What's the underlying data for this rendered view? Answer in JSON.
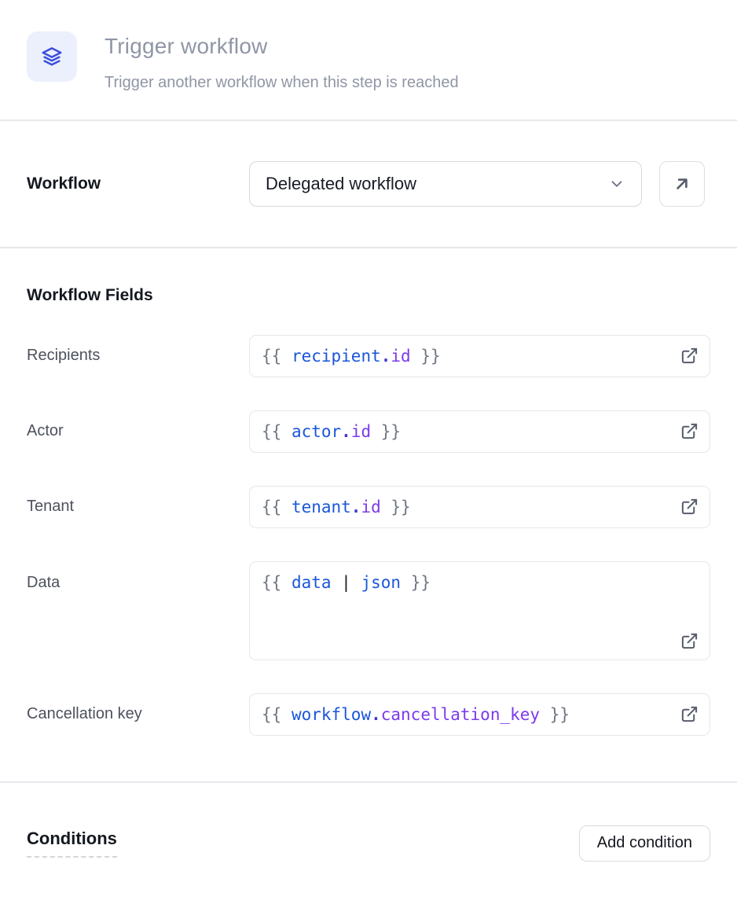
{
  "header": {
    "title": "Trigger workflow",
    "subtitle": "Trigger another workflow when this step is reached"
  },
  "workflow_section": {
    "label": "Workflow",
    "select_value": "Delegated workflow"
  },
  "fields_section": {
    "heading": "Workflow Fields",
    "fields": [
      {
        "label": "Recipients",
        "multiline": false,
        "tokens": [
          [
            "brace",
            "{{ "
          ],
          [
            "var",
            "recipient"
          ],
          [
            "dot",
            "."
          ],
          [
            "prop",
            "id"
          ],
          [
            "brace",
            " }}"
          ]
        ]
      },
      {
        "label": "Actor",
        "multiline": false,
        "tokens": [
          [
            "brace",
            "{{ "
          ],
          [
            "var",
            "actor"
          ],
          [
            "dot",
            "."
          ],
          [
            "prop",
            "id"
          ],
          [
            "brace",
            " }}"
          ]
        ]
      },
      {
        "label": "Tenant",
        "multiline": false,
        "tokens": [
          [
            "brace",
            "{{ "
          ],
          [
            "var",
            "tenant"
          ],
          [
            "dot",
            "."
          ],
          [
            "prop",
            "id"
          ],
          [
            "brace",
            " }}"
          ]
        ]
      },
      {
        "label": "Data",
        "multiline": true,
        "tokens": [
          [
            "brace",
            "{{ "
          ],
          [
            "var",
            "data"
          ],
          [
            "plain",
            " "
          ],
          [
            "pipe",
            "|"
          ],
          [
            "plain",
            " "
          ],
          [
            "filter",
            "json"
          ],
          [
            "brace",
            " }}"
          ]
        ]
      },
      {
        "label": "Cancellation key",
        "multiline": false,
        "tokens": [
          [
            "brace",
            "{{ "
          ],
          [
            "var",
            "workflow"
          ],
          [
            "dot",
            "."
          ],
          [
            "prop",
            "cancellation_key"
          ],
          [
            "brace",
            " }}"
          ]
        ]
      }
    ]
  },
  "conditions_section": {
    "heading": "Conditions",
    "add_button_label": "Add condition"
  },
  "icons": {
    "header": "layers-icon",
    "select_chevron": "chevron-down-icon",
    "workflow_open": "arrow-up-right-icon",
    "field_open": "external-link-icon"
  },
  "colors": {
    "icon-bg": "#ecf0fc",
    "icon-accent": "#3b4fde",
    "tok-brace": "#6f7683",
    "tok-var": "#1a56db",
    "tok-dot": "#4338ca",
    "tok-prop": "#7c3aed",
    "tok-pipe": "#16191f",
    "tok-filter": "#1a56db"
  }
}
